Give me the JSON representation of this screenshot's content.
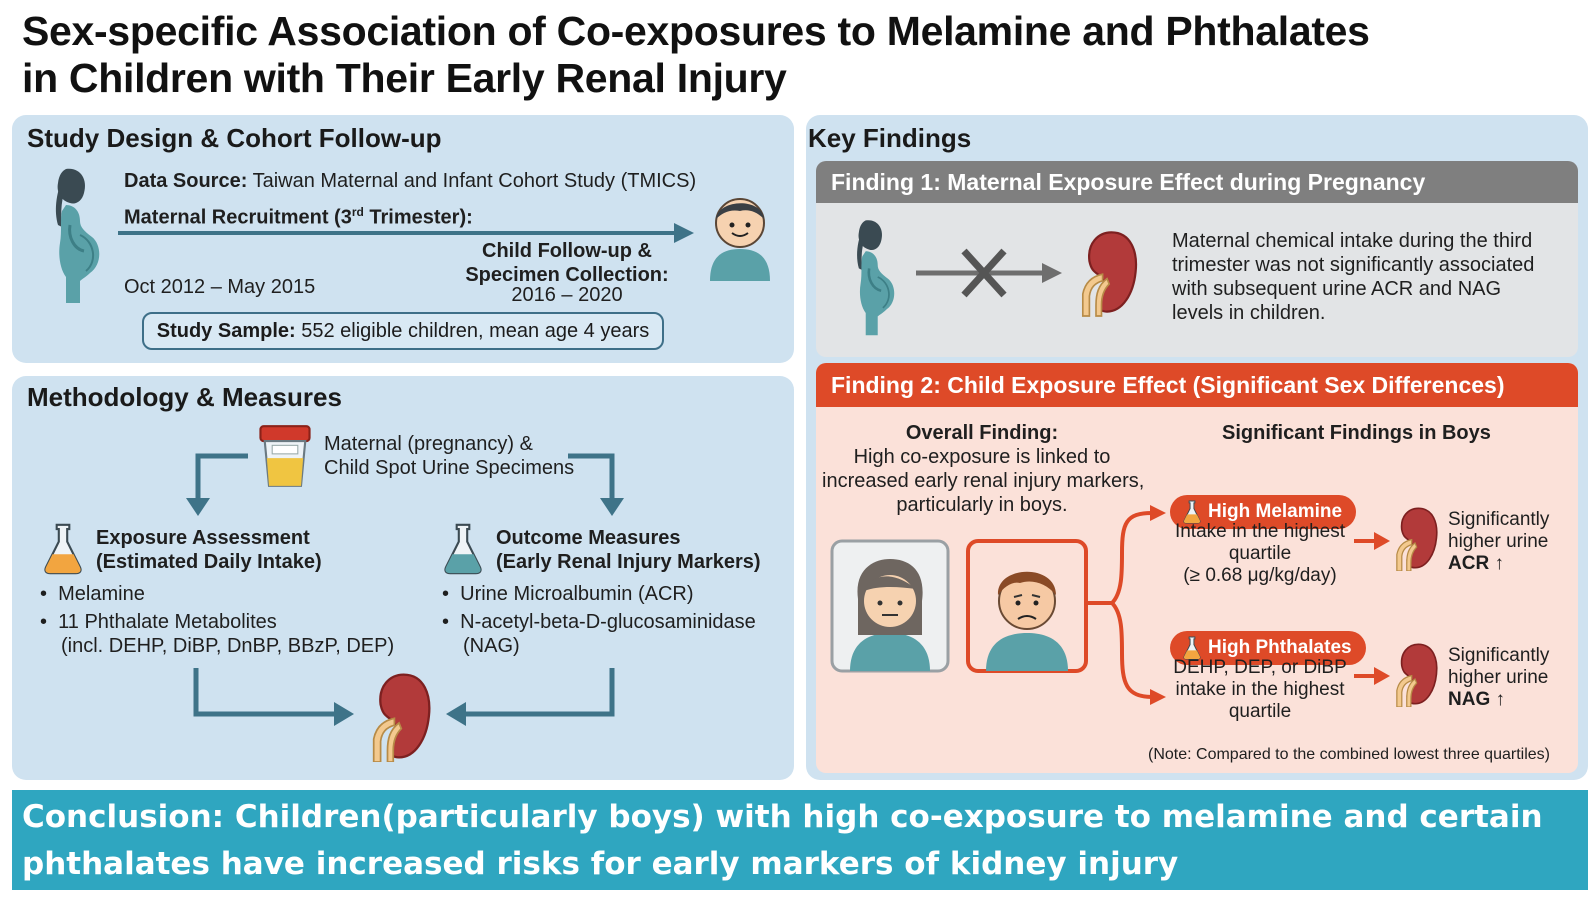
{
  "title": {
    "line1": "Sex-specific Association of Co-exposures to Melamine and Phthalates",
    "line2": "in Children with Their Early Renal Injury"
  },
  "study_design": {
    "heading": "Study Design & Cohort Follow-up",
    "data_source_label": "Data Source:",
    "data_source_value": "Taiwan Maternal and Infant Cohort Study (TMICS)",
    "recruitment_label_pre": "Maternal Recruitment (3",
    "recruitment_label_sup": "rd",
    "recruitment_label_post": " Trimester):",
    "recruitment_period": "Oct 2012 – May 2015",
    "followup_line1": "Child Follow-up &",
    "followup_line2": "Specimen Collection:",
    "followup_period": "2016 – 2020",
    "sample_label": "Study Sample:",
    "sample_value": "552 eligible children, mean age 4 years"
  },
  "methodology": {
    "heading": "Methodology & Measures",
    "specimen_line1": "Maternal (pregnancy) &",
    "specimen_line2": "Child Spot Urine Specimens",
    "exposure_title1": "Exposure Assessment",
    "exposure_title2": "(Estimated Daily Intake)",
    "exposure_items": [
      "Melamine",
      "11 Phthalate Metabolites"
    ],
    "exposure_item2_detail": "(incl. DEHP, DiBP, DnBP, BBzP, DEP)",
    "outcome_title1": "Outcome Measures",
    "outcome_title2": "(Early Renal Injury Markers)",
    "outcome_items": [
      "Urine Microalbumin (ACR)",
      "N-acetyl-beta-D-glucosaminidase"
    ],
    "outcome_item2_detail": "(NAG)"
  },
  "key_findings": {
    "heading": "Key Findings",
    "finding1": {
      "header": "Finding 1: Maternal Exposure Effect during Pregnancy",
      "text": [
        "Maternal chemical intake during the third",
        "trimester was not significantly associated",
        "with subsequent urine ACR and NAG",
        "levels in children."
      ]
    },
    "finding2": {
      "header": "Finding 2: Child Exposure Effect (Significant Sex Differences)",
      "overall_title": "Overall Finding:",
      "overall_text": [
        "High co-exposure is linked to",
        "increased early renal injury markers,",
        "particularly in boys."
      ],
      "boys_title": "Significant Findings in Boys",
      "melamine_badge": "High Melamine",
      "melamine_text": [
        "Intake in the highest",
        "quartile",
        "(≥ 0.68 μg/kg/day)"
      ],
      "melamine_result": [
        "Significantly",
        "higher urine"
      ],
      "melamine_marker": "ACR ↑",
      "phthalate_badge": "High Phthalates",
      "phthalate_text": [
        "DEHP, DEP, or DiBP",
        "intake in the highest",
        "quartile"
      ],
      "phthalate_result": [
        "Significantly",
        "higher urine"
      ],
      "phthalate_marker": "NAG ↑",
      "note": "(Note: Compared to the combined lowest three quartiles)"
    }
  },
  "conclusion": {
    "line1": "Conclusion: Children(particularly boys) with high co-exposure to melamine and certain",
    "line2": "phthalates have increased risks for early markers of kidney injury"
  },
  "colors": {
    "panel_blue": "#cfe2f0",
    "arrow_teal": "#3e7388",
    "finding2_red": "#de4a28",
    "finding1_gray": "#7f7f7f",
    "kidney_red": "#b23a3a",
    "conclusion_teal": "#2fa6c0"
  }
}
